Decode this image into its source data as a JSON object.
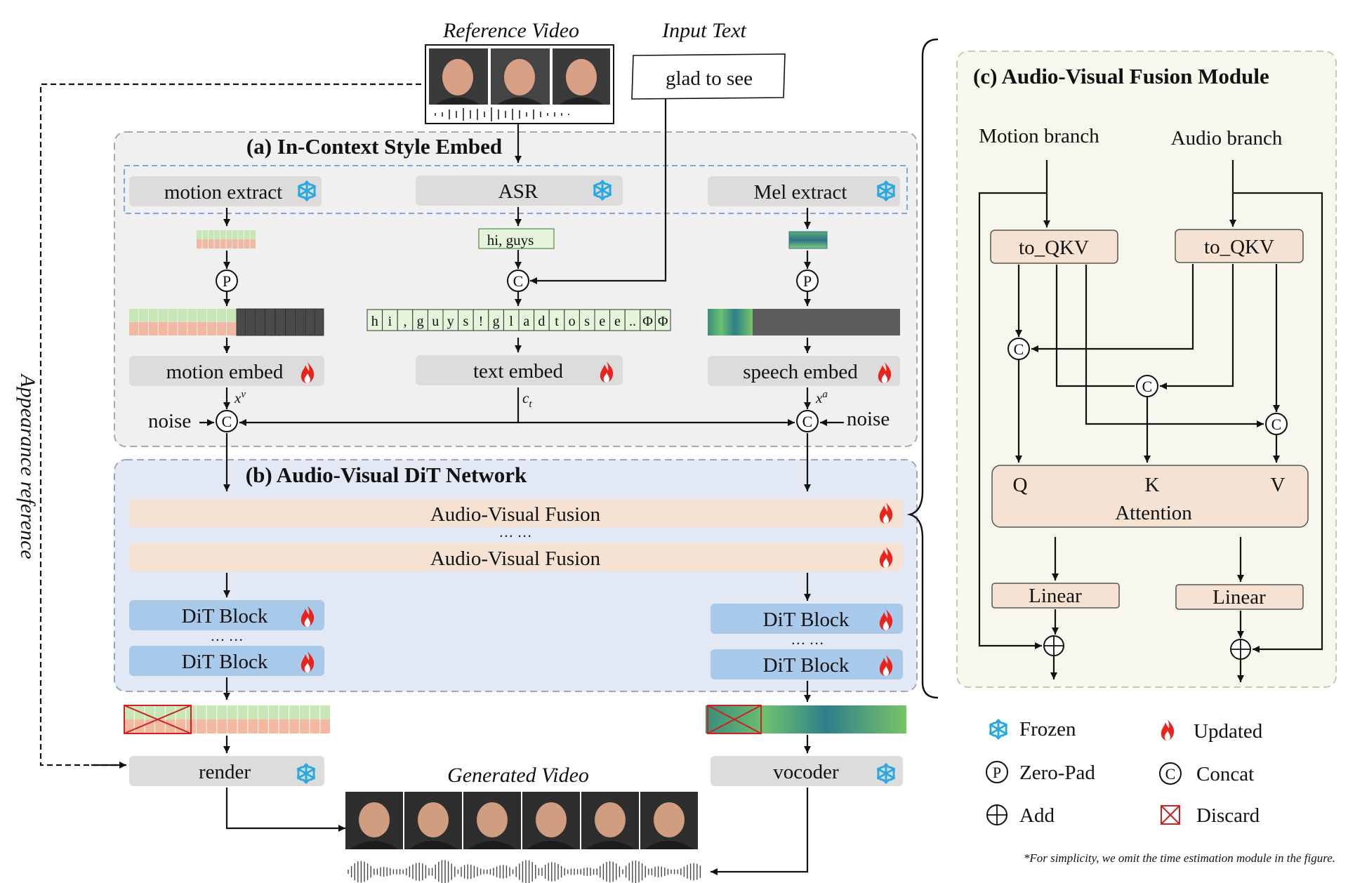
{
  "top": {
    "reference_video": "Reference Video",
    "input_text_title": "Input Text",
    "input_text_value": "glad to see",
    "appearance_reference": "Appearance reference"
  },
  "section_a": {
    "title": "(a) In-Context Style Embed",
    "motion_extract": "motion extract",
    "asr": "ASR",
    "mel_extract": "Mel extract",
    "asr_output": "hi, guys",
    "text_sequence": [
      "h",
      "i",
      ",",
      "g",
      "u",
      "y",
      "s",
      "!",
      "g",
      "l",
      "a",
      "d",
      "t",
      "o",
      "s",
      "e",
      "e",
      "..",
      "Φ",
      "Φ"
    ],
    "motion_embed": "motion embed",
    "text_embed": "text embed",
    "speech_embed": "speech embed",
    "noise_left": "noise",
    "noise_right": "noise",
    "xv": "x",
    "xv_sup": "v",
    "ct": "c",
    "ct_sub": "t",
    "xa": "x",
    "xa_sup": "a"
  },
  "section_b": {
    "title": "(b) Audio-Visual DiT Network",
    "fusion_label": "Audio-Visual Fusion",
    "ellipsis": "… …",
    "dit_block": "DiT Block"
  },
  "bottom": {
    "render": "render",
    "vocoder": "vocoder",
    "generated_video": "Generated Video"
  },
  "section_c": {
    "title": "(c) Audio-Visual Fusion Module",
    "motion_branch": "Motion branch",
    "audio_branch": "Audio branch",
    "to_qkv": "to_QKV",
    "q": "Q",
    "k": "K",
    "v": "V",
    "attention": "Attention",
    "linear": "Linear"
  },
  "legend": {
    "frozen": "Frozen",
    "updated": "Updated",
    "zero_pad": "Zero-Pad",
    "concat": "Concat",
    "add": "Add",
    "discard": "Discard",
    "p_symbol": "P",
    "c_symbol": "C"
  },
  "footnote": "*For simplicity, we omit the time estimation module in the figure.",
  "colors": {
    "gray_box": "#dcdcdc",
    "peach_box": "#f6e2d2",
    "blue_box": "#a9c9ea",
    "panel_a": "#f0f0f0",
    "panel_b": "#e2e9f5",
    "panel_c": "#f8f7ee",
    "text_box": "#e6f4dc",
    "snow": "#29a9e1",
    "fire": "#e8241c"
  }
}
